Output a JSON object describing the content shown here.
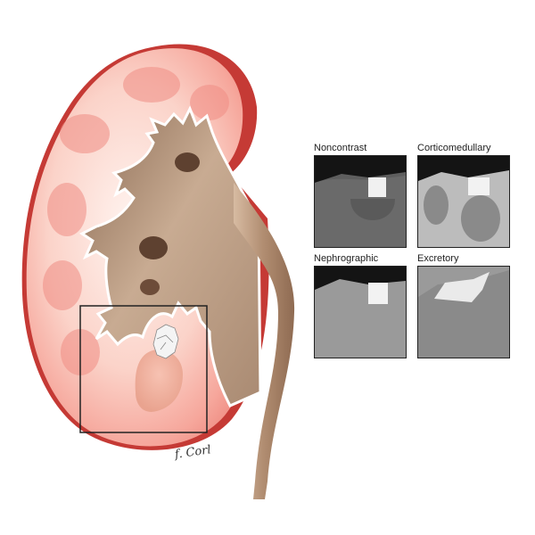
{
  "figure": {
    "signature": "f. Corl",
    "panels": [
      {
        "id": "noncontrast",
        "label": "Noncontrast"
      },
      {
        "id": "corticomedullary",
        "label": "Corticomedullary"
      },
      {
        "id": "nephrographic",
        "label": "Nephrographic"
      },
      {
        "id": "excretory",
        "label": "Excretory"
      }
    ]
  },
  "colors": {
    "cortex": "#f6a79c",
    "cortex_dark": "#e8564f",
    "sinus": "#b8977a",
    "ureter": "#a67e60",
    "capsule_edge": "#c53a35"
  }
}
